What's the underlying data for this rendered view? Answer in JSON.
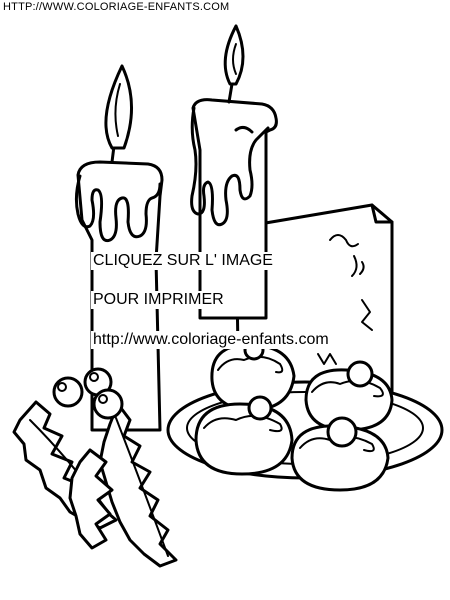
{
  "header": {
    "site_url": "HTTP://WWW.COLORIAGE-ENFANTS.COM"
  },
  "overlay": {
    "line_1": "CLIQUEZ SUR L' IMAGE",
    "line_2": "POUR IMPRIMER",
    "line_3": "http://www.coloriage-enfants.com"
  },
  "colors": {
    "ink": "#000000",
    "paper": "#ffffff"
  }
}
